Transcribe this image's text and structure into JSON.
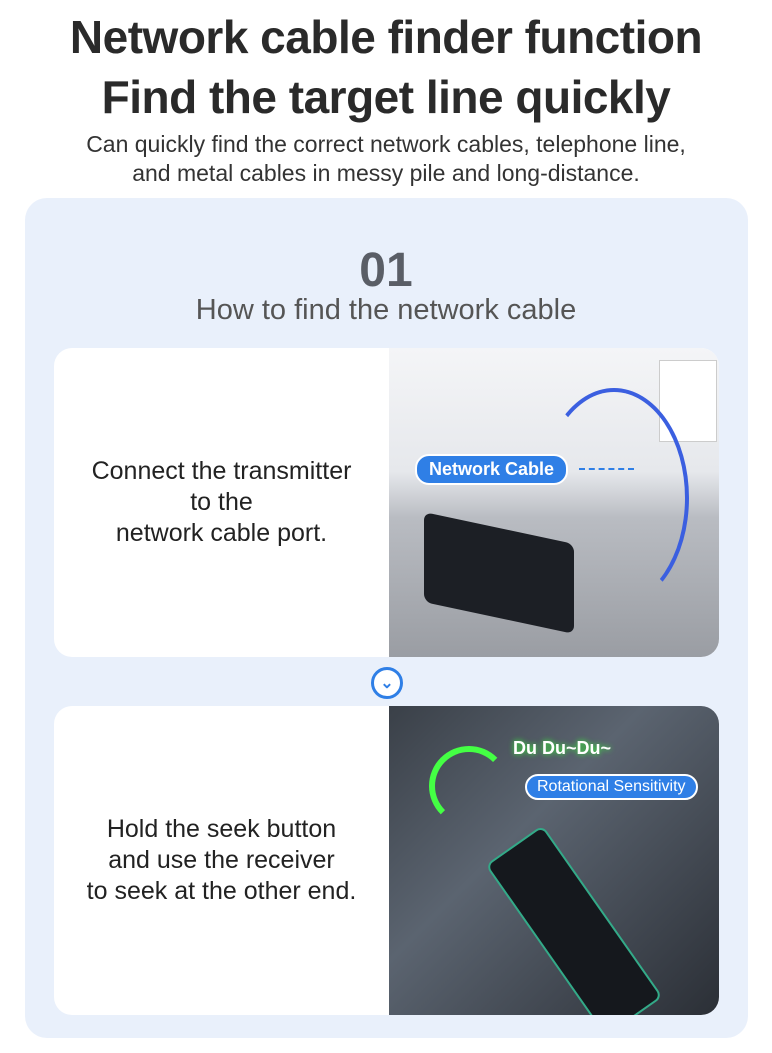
{
  "header": {
    "title_line1": "Network cable finder function",
    "title_line2": "Find the target line quickly",
    "subtitle_line1": "Can quickly find the correct network cables, telephone line,",
    "subtitle_line2": "and metal cables in messy pile and long-distance."
  },
  "section": {
    "number": "01",
    "title": "How to find the network cable"
  },
  "steps": [
    {
      "lines": [
        "Connect the transmitter",
        "to the",
        "network cable port."
      ],
      "label": "Network Cable"
    },
    {
      "lines": [
        "Hold the seek button",
        "and use the receiver",
        "to seek at the other end."
      ],
      "sound": "Du Du~Du~",
      "label": "Rotational Sensitivity"
    }
  ],
  "colors": {
    "accent": "#2f7fe6",
    "panel": "#e9f0fb"
  },
  "icons": {
    "step_connector": "chevron-down-icon"
  }
}
